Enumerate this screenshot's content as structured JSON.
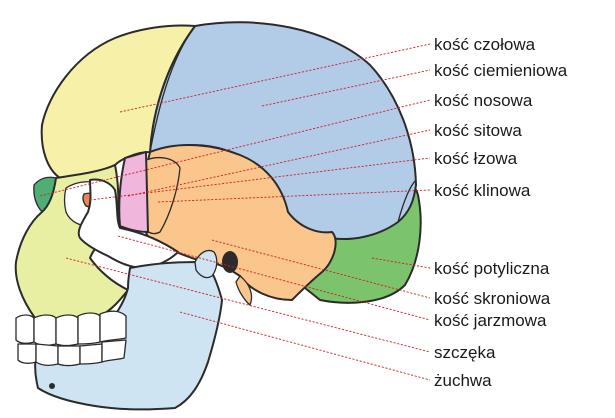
{
  "labels": [
    {
      "id": "frontal",
      "text": "kość czołowa"
    },
    {
      "id": "parietal",
      "text": "kość ciemieniowa"
    },
    {
      "id": "nasal",
      "text": "kość nosowa"
    },
    {
      "id": "ethmoid",
      "text": "kość sitowa"
    },
    {
      "id": "lacrimal",
      "text": "kość łzowa"
    },
    {
      "id": "sphenoid",
      "text": "kość klinowa"
    },
    {
      "id": "occipital",
      "text": "kość potyliczna"
    },
    {
      "id": "temporal",
      "text": "kość skroniowa"
    },
    {
      "id": "zygomatic",
      "text": "kość jarzmowa"
    },
    {
      "id": "maxilla",
      "text": "szczęka"
    },
    {
      "id": "mandible",
      "text": "żuchwa"
    }
  ],
  "colors": {
    "frontal": "#f6f0a8",
    "parietal": "#b2cce8",
    "temporal": "#fbc68c",
    "occipital": "#7cc46c",
    "sphenoid": "#fbc68c",
    "ethmoid": "#f0b6dc",
    "nasal": "#4fae74",
    "lacrimal": "#e8855a",
    "zygomatic": "#ffffff",
    "maxilla": "#e8efa2",
    "mandible": "#cfe4f2",
    "leader": "#d0202a"
  }
}
